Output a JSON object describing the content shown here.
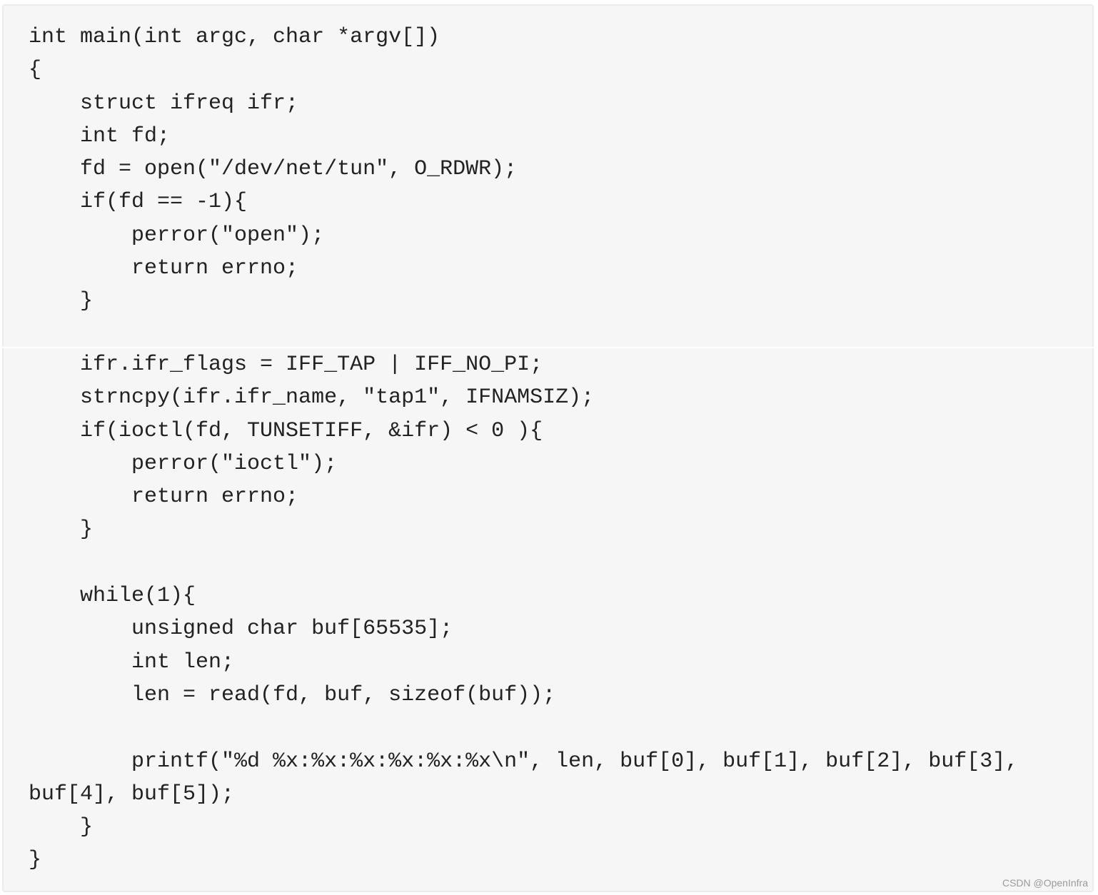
{
  "code_top": [
    "int main(int argc, char *argv[])",
    "{",
    "    struct ifreq ifr;",
    "    int fd;",
    "    fd = open(\"/dev/net/tun\", O_RDWR);",
    "    if(fd == -1){",
    "        perror(\"open\");",
    "        return errno;",
    "    }",
    ""
  ],
  "code_bottom": [
    "    ifr.ifr_flags = IFF_TAP | IFF_NO_PI;",
    "    strncpy(ifr.ifr_name, \"tap1\", IFNAMSIZ);",
    "    if(ioctl(fd, TUNSETIFF, &ifr) < 0 ){",
    "        perror(\"ioctl\");",
    "        return errno;",
    "    }",
    "",
    "    while(1){",
    "        unsigned char buf[65535];",
    "        int len;",
    "        len = read(fd, buf, sizeof(buf));",
    "",
    "        printf(\"%d %x:%x:%x:%x:%x:%x\\n\", len, buf[0], buf[1], buf[2], buf[3],",
    "buf[4], buf[5]);",
    "    }",
    "}"
  ],
  "watermark": "CSDN @OpenInfra"
}
